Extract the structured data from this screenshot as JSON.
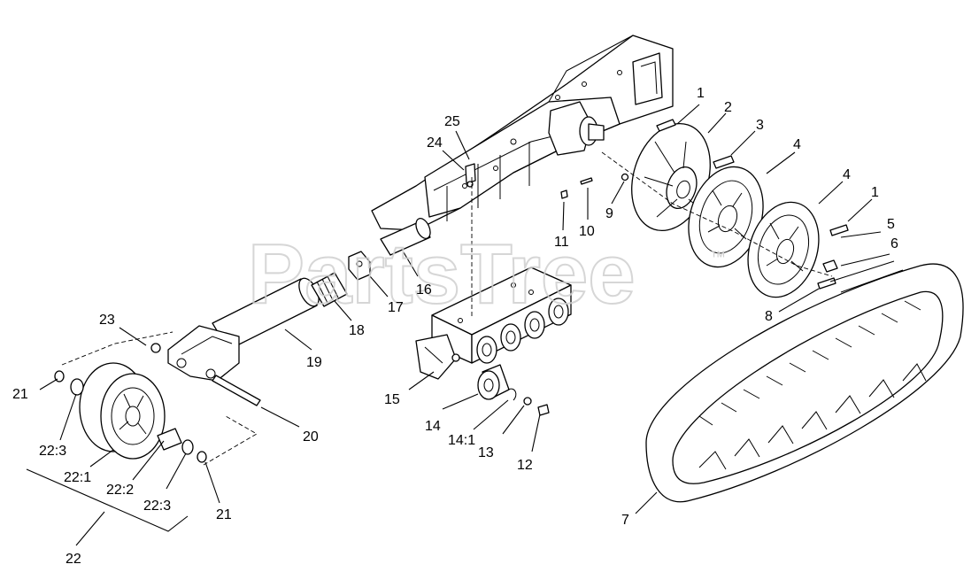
{
  "watermark": {
    "text": "PartsTree",
    "trademark": "™"
  },
  "callouts": {
    "c1a": "1",
    "c2": "2",
    "c3": "3",
    "c4a": "4",
    "c4b": "4",
    "c1b": "1",
    "c5": "5",
    "c6": "6",
    "c25": "25",
    "c24": "24",
    "c9": "9",
    "c10": "10",
    "c11": "11",
    "c16": "16",
    "c17": "17",
    "c18": "18",
    "c19": "19",
    "c23": "23",
    "c8": "8",
    "c15": "15",
    "c14": "14",
    "c14_1": "14:1",
    "c13": "13",
    "c12": "12",
    "c20": "20",
    "c21a": "21",
    "c22_3a": "22:3",
    "c22_1": "22:1",
    "c22_2": "22:2",
    "c22_3b": "22:3",
    "c21b": "21",
    "c22": "22",
    "c7": "7"
  }
}
